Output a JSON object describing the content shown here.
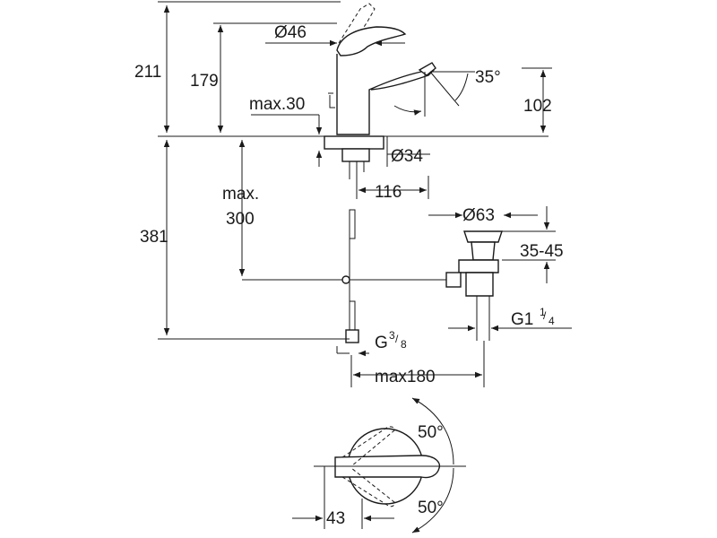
{
  "dimensions": {
    "d_handle": "Ø46",
    "h_total": "211",
    "h_spout_top": "179",
    "max_thickness": "max.30",
    "spout_angle": "35°",
    "spout_height": "102",
    "d_base": "Ø34",
    "reach": "116",
    "max_height_line1": "max.",
    "max_height_line2": "300",
    "h_waste": "381",
    "d_waste": "Ø63",
    "waste_range": "35-45",
    "waste_thread_main": "G1",
    "waste_thread_num": "1",
    "waste_thread_den": "4",
    "supply_thread_main": "G",
    "supply_thread_num": "3",
    "supply_thread_den": "8",
    "max_reach_waste": "max180",
    "handle_angle_top": "50°",
    "handle_angle_bottom": "50°",
    "handle_offset": "43"
  }
}
